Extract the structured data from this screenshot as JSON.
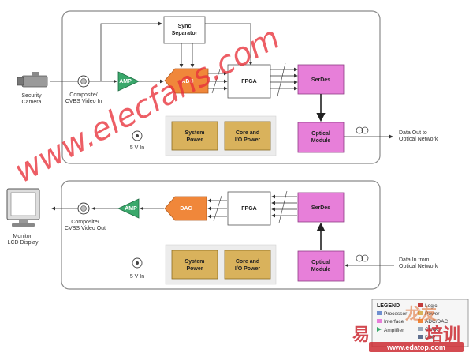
{
  "top": {
    "camera_label_1": "Security",
    "camera_label_2": "Camera",
    "composite_1": "Composite/",
    "composite_2": "CVBS Video In",
    "amp": "AMP",
    "adc": "ADC",
    "fpga": "FPGA",
    "serdes": "SerDes",
    "sync_1": "Sync",
    "sync_2": "Separator",
    "sys_power_1": "System",
    "sys_power_2": "Power",
    "core_power_1": "Core and",
    "core_power_2": "I/O Power",
    "optical_1": "Optical",
    "optical_2": "Module",
    "five_v": "5 V In",
    "data_out_1": "Data Out to",
    "data_out_2": "Optical Network"
  },
  "bottom": {
    "monitor_1": "Monitor,",
    "monitor_2": "LCD Display",
    "composite_1": "Composite/",
    "composite_2": "CVBS Video Out",
    "amp": "AMP",
    "dac": "DAC",
    "fpga": "FPGA",
    "serdes": "SerDes",
    "sys_power_1": "System",
    "sys_power_2": "Power",
    "core_power_1": "Core and",
    "core_power_2": "I/O Power",
    "optical_1": "Optical",
    "optical_2": "Module",
    "five_v": "5 V In",
    "data_in_1": "Data In from",
    "data_in_2": "Optical Network"
  },
  "legend": {
    "title": "LEGEND",
    "items": [
      "Processor",
      "Interface",
      "Amplifier",
      "Logic",
      "Power",
      "ADC/DAC",
      "Clock",
      "DSP"
    ]
  },
  "watermark": {
    "text": "www.elecfans.com",
    "brand_cn": "易",
    "brand_cn_2": "培训",
    "brand_cn_3": "龙友",
    "url": "www.edatop.com"
  },
  "colors": {
    "amp": "#3aa86b",
    "adc": "#f0873a",
    "serdes": "#e77fd9",
    "power": "#d9b25c",
    "panel_border": "#8a8a8a",
    "watermark": "#e8313a"
  }
}
